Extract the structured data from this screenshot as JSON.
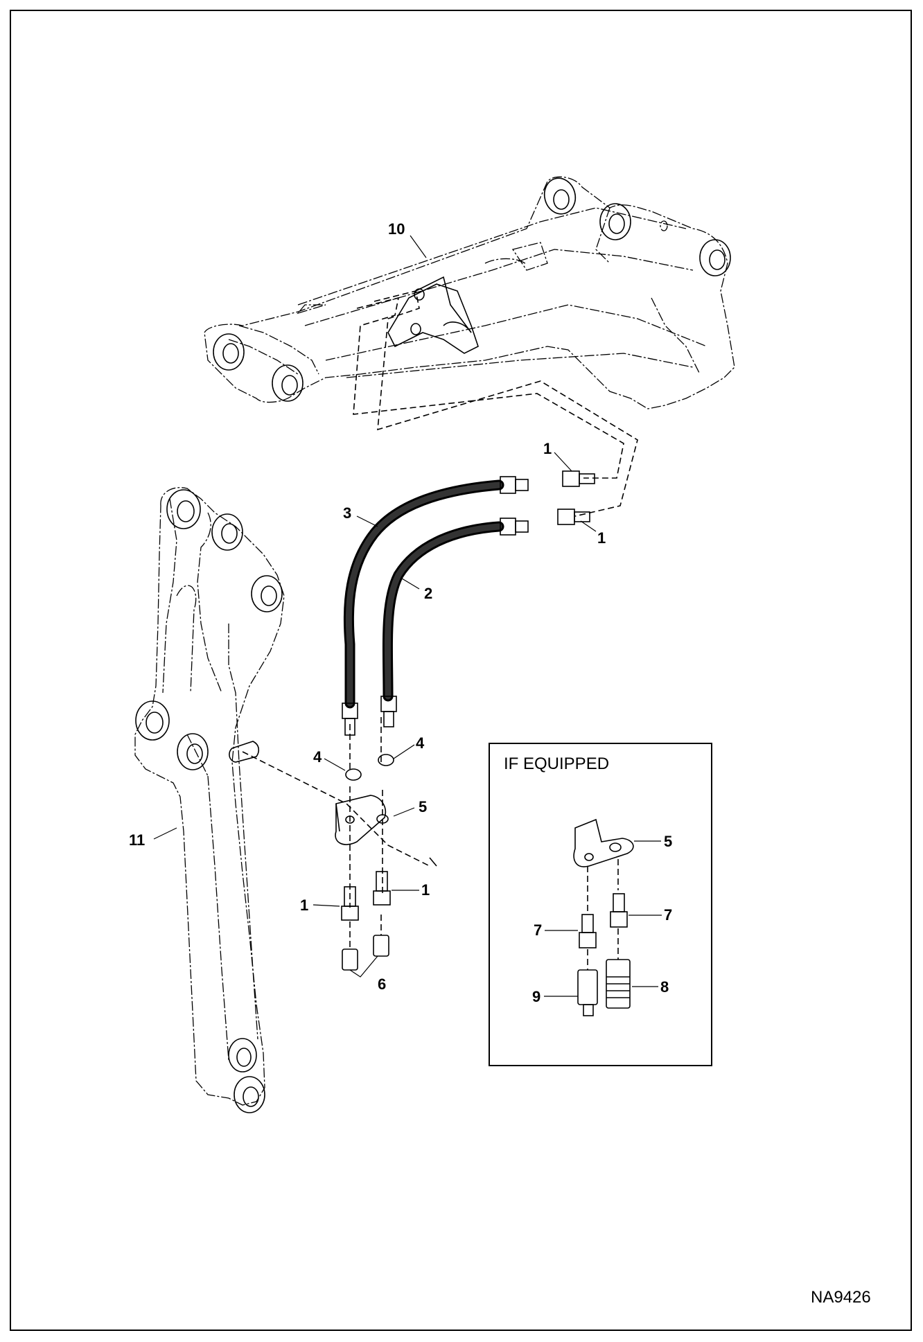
{
  "diagram": {
    "reference_code": "NA9426",
    "inset_title": "IF EQUIPPED",
    "callouts": {
      "c10": "10",
      "c11": "11",
      "c1_top_upper": "1",
      "c1_top_lower": "1",
      "c3": "3",
      "c2": "2",
      "c4_left": "4",
      "c4_right": "4",
      "c5_main": "5",
      "c1_bottom_left": "1",
      "c1_bottom_right": "1",
      "c6": "6",
      "c5_inset": "5",
      "c7_left": "7",
      "c7_right": "7",
      "c9": "9",
      "c8": "8"
    }
  }
}
